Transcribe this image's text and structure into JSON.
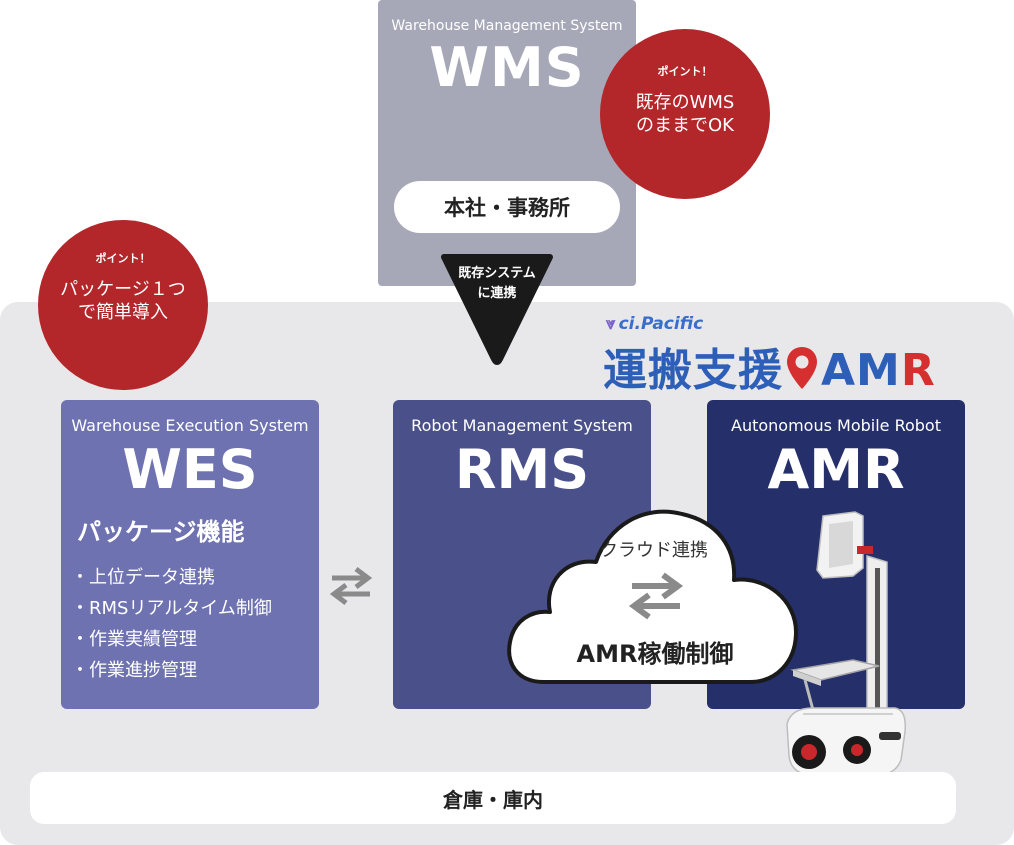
{
  "wms": {
    "subtitle": "Warehouse Management System",
    "title": "WMS",
    "location": "本社・事務所"
  },
  "connector": {
    "line1": "既存システム",
    "line2": "に連携"
  },
  "point_wms": {
    "tag": "ポイント！",
    "line1": "既存のWMS",
    "line2": "のままでOK"
  },
  "point_wes": {
    "tag": "ポイント！",
    "line1": "パッケージ１つ",
    "line2": "で簡単導入"
  },
  "brand": {
    "company": "ci.Pacific",
    "product_jp": "運搬支援",
    "product_en_a": "AM",
    "product_en_b": "R"
  },
  "wes": {
    "subtitle": "Warehouse Execution System",
    "title": "WES",
    "heading": "パッケージ機能",
    "features": [
      "上位データ連携",
      "RMSリアルタイム制御",
      "作業実績管理",
      "作業進捗管理"
    ]
  },
  "rms": {
    "subtitle": "Robot Management System",
    "title": "RMS"
  },
  "amr": {
    "subtitle": "Autonomous Mobile Robot",
    "title": "AMR"
  },
  "cloud": {
    "label": "クラウド連携",
    "control": "AMR稼働制御"
  },
  "floor": {
    "label": "倉庫・庫内"
  },
  "colors": {
    "wms": "#a6a8b8",
    "wes": "#6e72b0",
    "rms": "#4a5089",
    "amr": "#25306a",
    "point": "#b3262a",
    "brand_blue": "#2e5fb8",
    "brand_red": "#d62f2f"
  },
  "icons": {
    "exchange": "bidirectional-arrows-icon",
    "pin": "map-pin-icon"
  }
}
